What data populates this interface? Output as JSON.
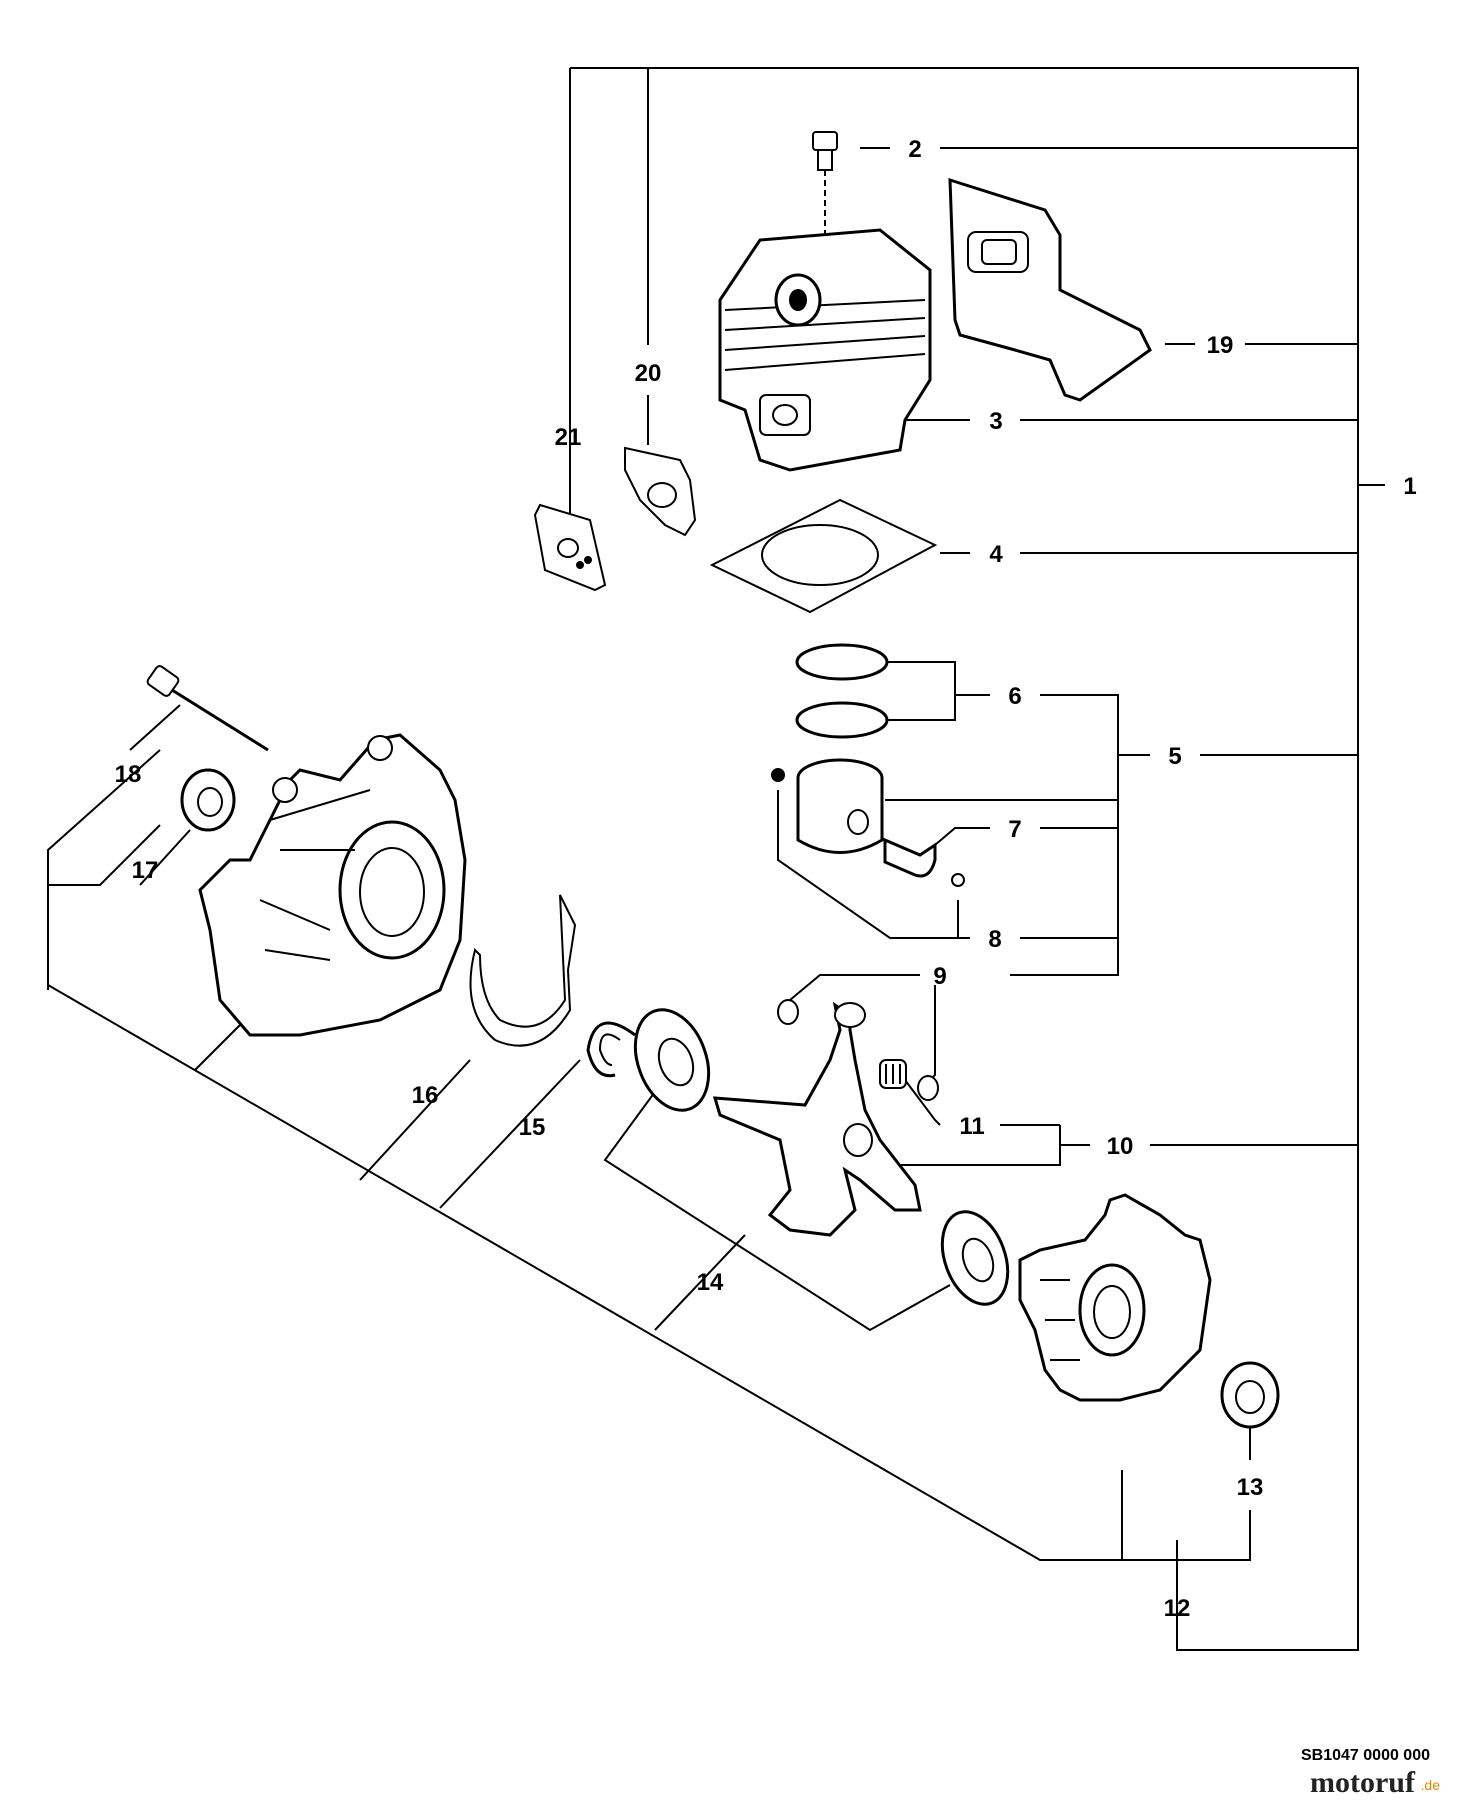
{
  "labels": [
    "1",
    "2",
    "3",
    "4",
    "5",
    "6",
    "7",
    "8",
    "9",
    "10",
    "11",
    "12",
    "13",
    "14",
    "15",
    "16",
    "17",
    "18",
    "19",
    "20",
    "21"
  ],
  "footer": {
    "code": "SB1047 0000 000",
    "brand": "motoruf",
    "brand_suffix": ".de"
  },
  "colors": {
    "line": "#000000",
    "brand_accent": "#d98a00"
  }
}
